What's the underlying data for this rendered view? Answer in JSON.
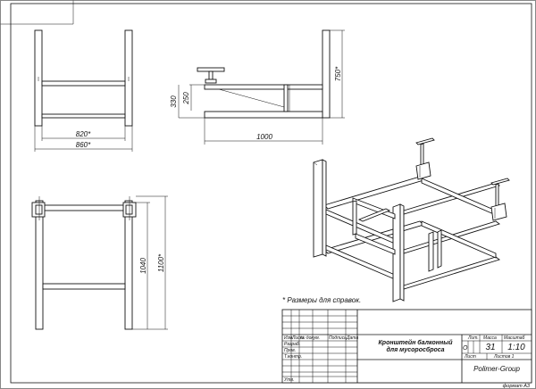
{
  "dimensions": {
    "front_width_inner": "820*",
    "front_width_outer": "860*",
    "side_height_330": "330",
    "side_height_250": "250",
    "side_height_750": "750*",
    "side_length": "1000",
    "top_height_1040": "1040",
    "top_height_1100": "1100*"
  },
  "note": "* Размеры для справок.",
  "title_block": {
    "row_headers": [
      "Изм.",
      "Лист",
      "№ докум.",
      "Подпись",
      "Дата"
    ],
    "role_developer": "Разраб.",
    "role_checker": "Пров.",
    "role_tech_control": "Т.контр.",
    "role_approved": "Утв.",
    "title_line1": "Кронштейн балконный",
    "title_line2": "для мусоросброса",
    "col_letter": "Лит.",
    "col_mass": "Масса",
    "col_scale": "Масштаб",
    "letter_value": "О",
    "mass_value": "31",
    "scale_value": "1:10",
    "sheet_label": "Лист",
    "sheets_label": "Листов 1",
    "company": "Polimer-Group",
    "format": "формат А3"
  }
}
